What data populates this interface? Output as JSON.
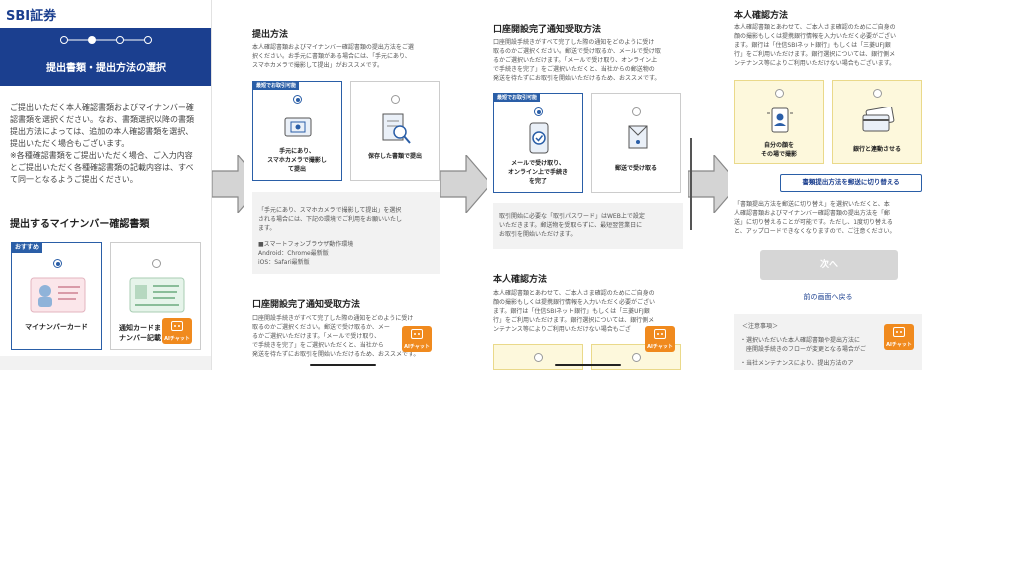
{
  "panel1": {
    "logo": "SBI証券",
    "step_title": "提出書類・提出方法の選択",
    "intro_lines": [
      "ご提出いただく本人確認書類およびマイナンバー確",
      "認書類を選択ください。なお、書類選択以降の書類",
      "提出方法によっては、追加の本人確認書類を選択、",
      "提出いただく場合もございます。",
      "※各種確認書類をご提出いただく場合、ご入力内容",
      "とご提出いただく各種確認書類の記載内容は、すべ",
      "て同一となるようご提出ください。"
    ],
    "section_title": "提出するマイナンバー確認書類",
    "recommend_badge": "おすすめ",
    "card1_label": "マイナンバーカード",
    "card2_label_lines": [
      "通知カードま",
      "ナンバー記載"
    ]
  },
  "panel2": {
    "title": "提出方法",
    "intro_lines": [
      "本人確認書類およびマイナンバー確認書類の提出方法をご選",
      "択ください。お手元に書類がある場合には、「手元にあり、",
      "スマホカメラで撮影して提出」がおススメです。"
    ],
    "badge": "最短でお取引可能",
    "option1_lines": [
      "手元にあり、",
      "スマホカメラで撮影し",
      "て提出"
    ],
    "option2_label": "保存した書類で提出",
    "note_lines": [
      "「手元にあり、スマホカメラで撮影して提出」を選択",
      "される場合には、下記の環境でご利用をお願いいたし",
      "ます。"
    ],
    "env_title": "■スマートフォンブラウザ動作環境",
    "env_android": "Android：Chrome最新版",
    "env_ios": "iOS：Safari最新版",
    "section2_title": "口座開設完了通知受取方法",
    "section2_lines": [
      "口座開設手続きがすべて完了した際の通知をどのように受け",
      "取るのかご選択ください。郵送で受け取るか、メー",
      "るかご選択いただけます。「メールで受け取り、",
      "で手続きを完了」をご選択いただくと、当社から",
      "発送を待たずにお取引を開始いただけるため、おススメです。"
    ]
  },
  "panel3": {
    "title": "口座開設完了通知受取方法",
    "intro_lines": [
      "口座開設手続きがすべて完了した際の通知をどのように受け",
      "取るのかご選択ください。郵送で受け取るか、メールで受け取",
      "るかご選択いただけます。「メールで受け取り、オンライン上",
      "で手続きを完了」をご選択いただくと、当社からの郵送物の",
      "発送を待たずにお取引を開始いただけるため、おススメです。"
    ],
    "badge": "最短でお取引可能",
    "option1_lines": [
      "メールで受け取り、",
      "オンライン上で手続き",
      "を完了"
    ],
    "option2_label": "郵送で受け取る",
    "note_lines": [
      "取引開始に必要な「取引パスワード」はWEB上で設定",
      "いただきます。郵送物を受取らずに、最短翌営業日に",
      "お取引を開始いただけます。"
    ],
    "section2_title": "本人確認方法",
    "section2_lines": [
      "本人確認書類とあわせて、ご本人さま確認のためにご自身の",
      "顔の撮影もしくは提携銀行情報を入力いただく必要がござい",
      "ます。銀行は「住信SBIネット銀行」もしくは「三菱UFJ銀",
      "行」をご利用いただけます。銀行選択については、銀行側メ",
      "ンテナンス等によりご利用いただけない場合もござ"
    ]
  },
  "panel4": {
    "title": "本人確認方法",
    "intro_lines": [
      "本人確認書類とあわせて、ご本人さま確認のためにご自身の",
      "顔の撮影もしくは提携銀行情報を入力いただく必要がござい",
      "ます。銀行は「住信SBIネット銀行」もしくは「三菱UFJ銀",
      "行」をご利用いただけます。銀行選択については、銀行側メ",
      "ンテナンス等によりご利用いただけない場合もございます。"
    ],
    "option1_lines": [
      "自分の顔を",
      "その場で撮影"
    ],
    "option2_label": "銀行と連動させる",
    "switch_button": "書類提出方法を郵送に切り替える",
    "switch_note_lines": [
      "「書類提出方法を郵送に切り替え」を選択いただくと、本",
      "人確認書類およびマイナンバー確認書類の提出方法を「郵",
      "送」に切り替えることが可能です。ただし、1度切り替える",
      "と、アップロードできなくなりますので、ご注意ください。"
    ],
    "next_button": "次へ",
    "back_link": "前の画面へ戻る",
    "caution_title": "＜注意事項＞",
    "caution_lines": [
      "・選択いただいた本人確認書類や提出方法に",
      "　座開設手続きのフローが変更となる場合がご",
      "・当社メンテナンスにより、提出方法のア"
    ]
  },
  "ai_chat_label": "AIチャット",
  "colors": {
    "brand_navy": "#1b3f8f",
    "accent_blue": "#2a5ea7",
    "ai_orange": "#f08a1e",
    "card_yellow": "#fdf8dc",
    "disabled_grey": "#d6d6d6"
  }
}
